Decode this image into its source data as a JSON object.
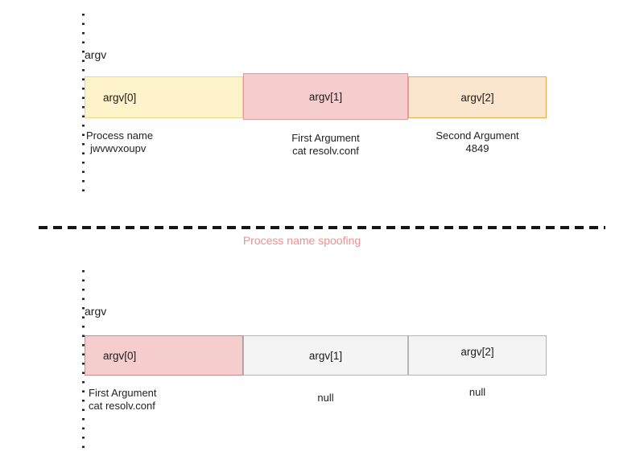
{
  "top_section": {
    "argv_label": "argv",
    "cells": [
      {
        "label": "argv[0]",
        "fill": "#FFF3CC",
        "border": "#EFD586"
      },
      {
        "label": "argv[1]",
        "fill": "#F5CDCD",
        "border": "#E09B9B"
      },
      {
        "label": "argv[2]",
        "fill": "#FCE5CD",
        "border": "#EEA64F"
      }
    ],
    "captions": [
      {
        "line1": "Process name",
        "line2": "jwvwvxoupv"
      },
      {
        "line1": "First Argument",
        "line2": "cat resolv.conf"
      },
      {
        "line1": "Second Argument",
        "line2": "4849"
      }
    ]
  },
  "divider": {
    "label": "Process name spoofing",
    "label_color": "#F98B8B",
    "line_color": "#161616"
  },
  "bottom_section": {
    "argv_label": "argv",
    "cells": [
      {
        "label": "argv[0]",
        "fill": "#F5CDCD",
        "border": "#DB8686"
      },
      {
        "label": "argv[1]",
        "fill": "#F4F4F4",
        "border": "#B5B5B5"
      },
      {
        "label": "argv[2]",
        "fill": "#F4F4F4",
        "border": "#B5B5B5"
      }
    ],
    "captions": [
      {
        "line1": "First Argument",
        "line2": "cat resolv.conf"
      },
      {
        "line1": "null",
        "line2": ""
      },
      {
        "line1": "null",
        "line2": ""
      }
    ]
  }
}
